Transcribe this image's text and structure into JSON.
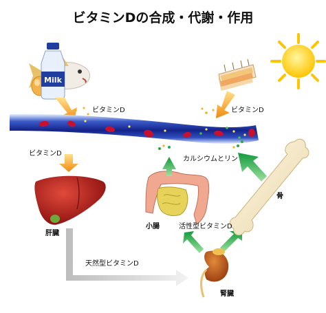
{
  "title": "ビタミンDの合成・代謝・作用",
  "labels": {
    "vitamin_d_food": "ビタミンD",
    "vitamin_d_skin": "ビタミンD",
    "vitamin_d_to_liver": "ビタミンD",
    "milk": "Milk",
    "calcium_phosphorus": "カルシウムとリン",
    "bone": "骨",
    "small_intestine": "小腸",
    "active_vitamin_d": "活性型ビタミンD",
    "liver": "肝臓",
    "natural_vitamin_d": "天然型ビタミンD",
    "kidney": "腎臓"
  },
  "colors": {
    "arrow_orange": "#f0a020",
    "arrow_green": "#1fa14a",
    "arrow_grey": "#c8c8c8",
    "vessel_blue": "#1a35a8",
    "blood_cell_red": "#c8102e",
    "liver_red": "#b01515",
    "sun_yellow": "#ffd21a"
  },
  "icons": [
    "sun-icon",
    "milk-bottle-icon",
    "fish-icon",
    "egg-icon",
    "skin-layer-icon",
    "blood-vessel-icon",
    "liver-icon",
    "intestine-icon",
    "kidney-icon",
    "bone-icon"
  ]
}
